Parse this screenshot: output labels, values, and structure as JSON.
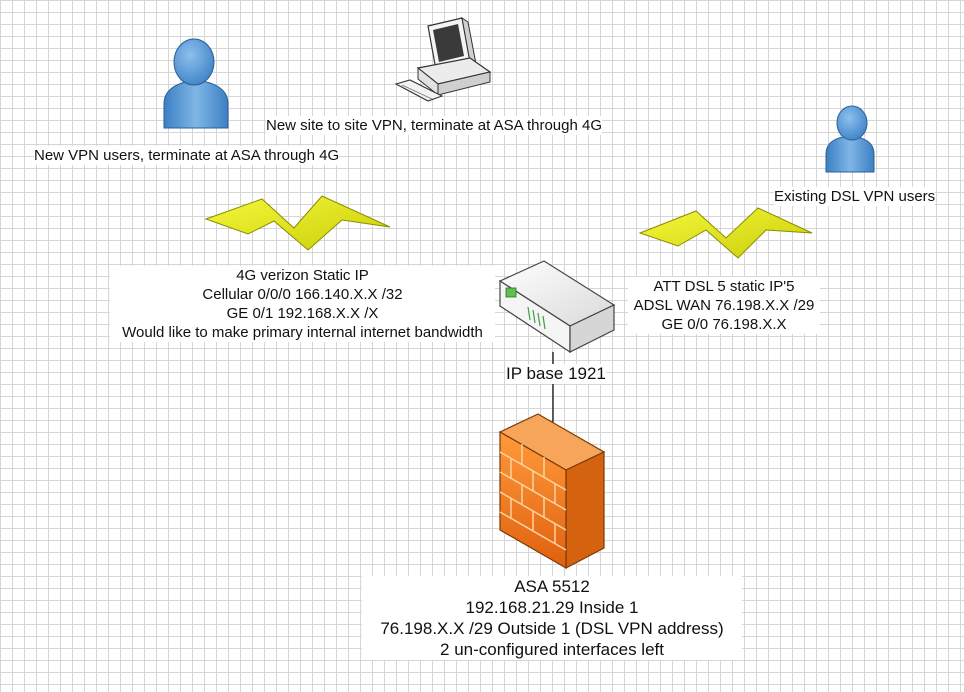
{
  "nodes": {
    "new_vpn_users": {
      "label": "New VPN users, terminate at ASA through 4G"
    },
    "new_site_vpn": {
      "label": "New site to site VPN, terminate at ASA through 4G"
    },
    "existing_dsl_users": {
      "label": "Existing DSL VPN users"
    },
    "router": {
      "label": "IP base 1921"
    },
    "asa": {
      "lines": [
        "ASA 5512",
        "192.168.21.29 Inside 1",
        "76.198.X.X /29 Outside 1 (DSL VPN address)",
        "2 un-configured interfaces left"
      ]
    }
  },
  "links": {
    "verizon_4g": {
      "lines": [
        "4G verizon Static IP",
        "Cellular 0/0/0 166.140.X.X /32",
        "GE 0/1 192.168.X.X /X",
        "Would like to make primary internal internet bandwidth"
      ]
    },
    "att_dsl": {
      "lines": [
        "ATT DSL 5 static IP'5",
        "ADSL WAN 76.198.X.X /29",
        "GE 0/0 76.198.X.X"
      ]
    }
  },
  "colors": {
    "user_body": "#4a8fd0",
    "lightning": "#eef21a",
    "firewall": "#f07a1e",
    "router": "#f2f2f2"
  },
  "icons": [
    "user-icon",
    "computer-icon",
    "lightning-icon",
    "router-icon",
    "firewall-icon"
  ]
}
